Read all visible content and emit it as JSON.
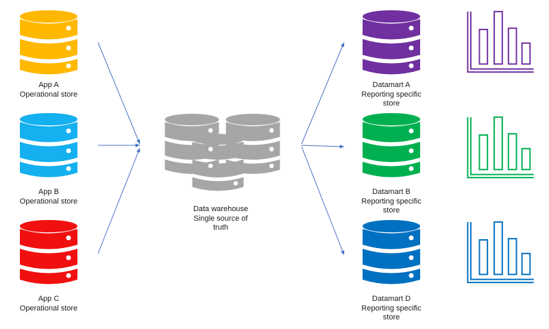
{
  "sources": [
    {
      "id": "app-a",
      "name": "App A",
      "subtitle": "Operational store",
      "color": "#FFB800"
    },
    {
      "id": "app-b",
      "name": "App B",
      "subtitle": "Operational store",
      "color": "#14B0F0"
    },
    {
      "id": "app-c",
      "name": "App C",
      "subtitle": "Operational store",
      "color": "#F01010"
    }
  ],
  "warehouse": {
    "line1": "Data warehouse",
    "line2": "Single source of",
    "line3": "truth",
    "color": "#A6A6A6"
  },
  "datamarts": [
    {
      "id": "datamart-a",
      "name": "Datamart A",
      "line2": "Reporting specific",
      "line3": "store",
      "color": "#7030A0"
    },
    {
      "id": "datamart-b",
      "name": "Datamart B",
      "line2": "Reporting specific",
      "line3": "store",
      "color": "#00B050"
    },
    {
      "id": "datamart-d",
      "name": "Datamart D",
      "line2": "Reporting specific",
      "line3": "store",
      "color": "#0070C0"
    }
  ],
  "connector_color": "#4472C4"
}
